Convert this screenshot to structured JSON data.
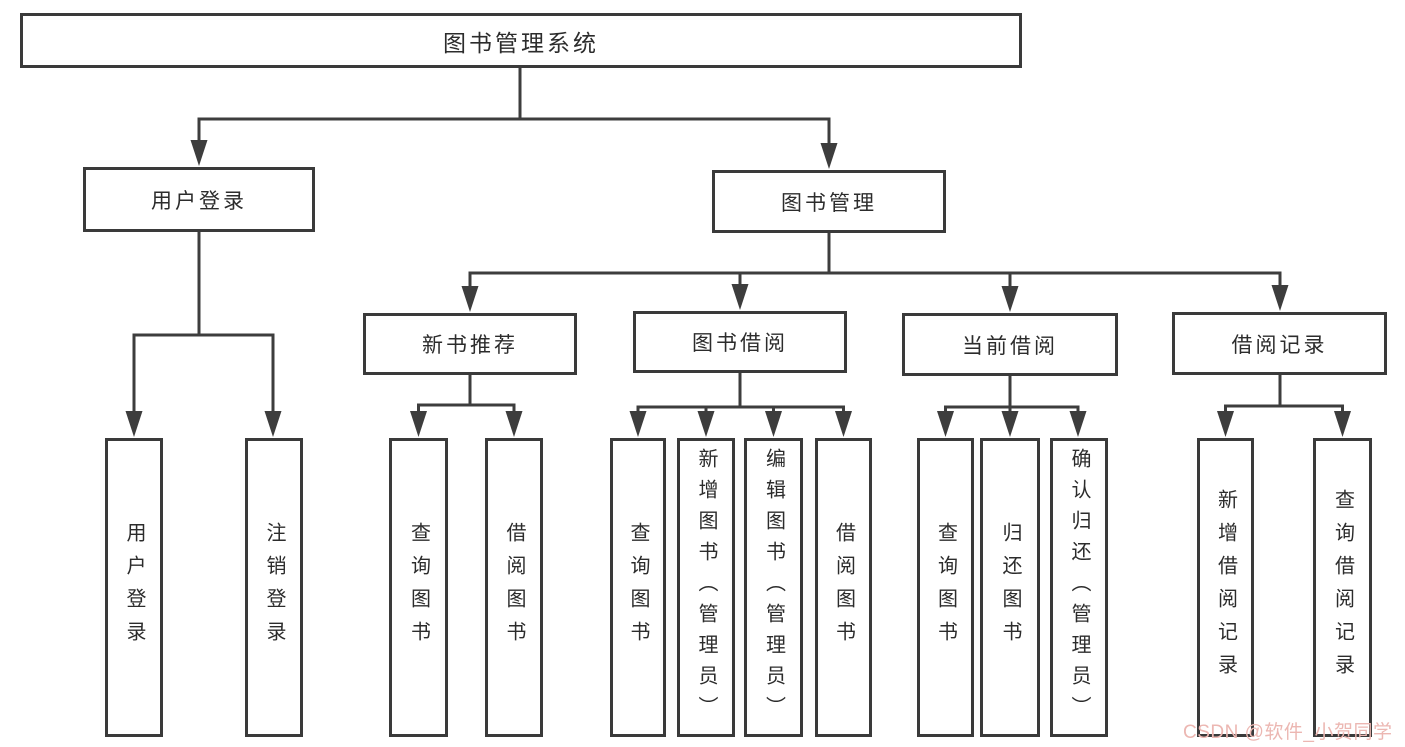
{
  "diagram": {
    "root": {
      "label": "图书管理系统"
    },
    "level2": [
      {
        "id": "user-login",
        "label": "用户登录",
        "parent": "图书管理系统"
      },
      {
        "id": "book-management",
        "label": "图书管理",
        "parent": "图书管理系统"
      }
    ],
    "level3": [
      {
        "id": "new-book-recommendation",
        "label": "新书推荐",
        "parent": "图书管理"
      },
      {
        "id": "book-borrowing",
        "label": "图书借阅",
        "parent": "图书管理"
      },
      {
        "id": "current-borrowing",
        "label": "当前借阅",
        "parent": "图书管理"
      },
      {
        "id": "borrowing-records",
        "label": "借阅记录",
        "parent": "图书管理"
      }
    ],
    "level4": [
      {
        "id": "user-login-action",
        "label": "用户登录",
        "parent": "用户登录"
      },
      {
        "id": "logout-action",
        "label": "注销登录",
        "parent": "用户登录"
      },
      {
        "id": "query-books-1",
        "label": "查询图书",
        "parent": "新书推荐"
      },
      {
        "id": "borrow-books-1",
        "label": "借阅图书",
        "parent": "新书推荐"
      },
      {
        "id": "query-books-2",
        "label": "查询图书",
        "parent": "图书借阅"
      },
      {
        "id": "add-books-admin",
        "label": "新增图书（管理员）",
        "parent": "图书借阅"
      },
      {
        "id": "edit-books-admin",
        "label": "编辑图书（管理员）",
        "parent": "图书借阅"
      },
      {
        "id": "borrow-books-2",
        "label": "借阅图书",
        "parent": "图书借阅"
      },
      {
        "id": "query-books-3",
        "label": "查询图书",
        "parent": "当前借阅"
      },
      {
        "id": "return-books",
        "label": "归还图书",
        "parent": "当前借阅"
      },
      {
        "id": "confirm-return-admin",
        "label": "确认归还（管理员）",
        "parent": "当前借阅"
      },
      {
        "id": "add-borrow-record",
        "label": "新增借阅记录",
        "parent": "借阅记录"
      },
      {
        "id": "query-borrow-record",
        "label": "查询借阅记录",
        "parent": "借阅记录"
      }
    ],
    "colors": {
      "line": "#3d3d3d",
      "border": "#3a3a3a",
      "text": "#2c2c2c",
      "background": "#ffffff",
      "watermark": "#ecb7b2"
    }
  },
  "watermark": {
    "text": "CSDN @软件_小贺同学"
  }
}
